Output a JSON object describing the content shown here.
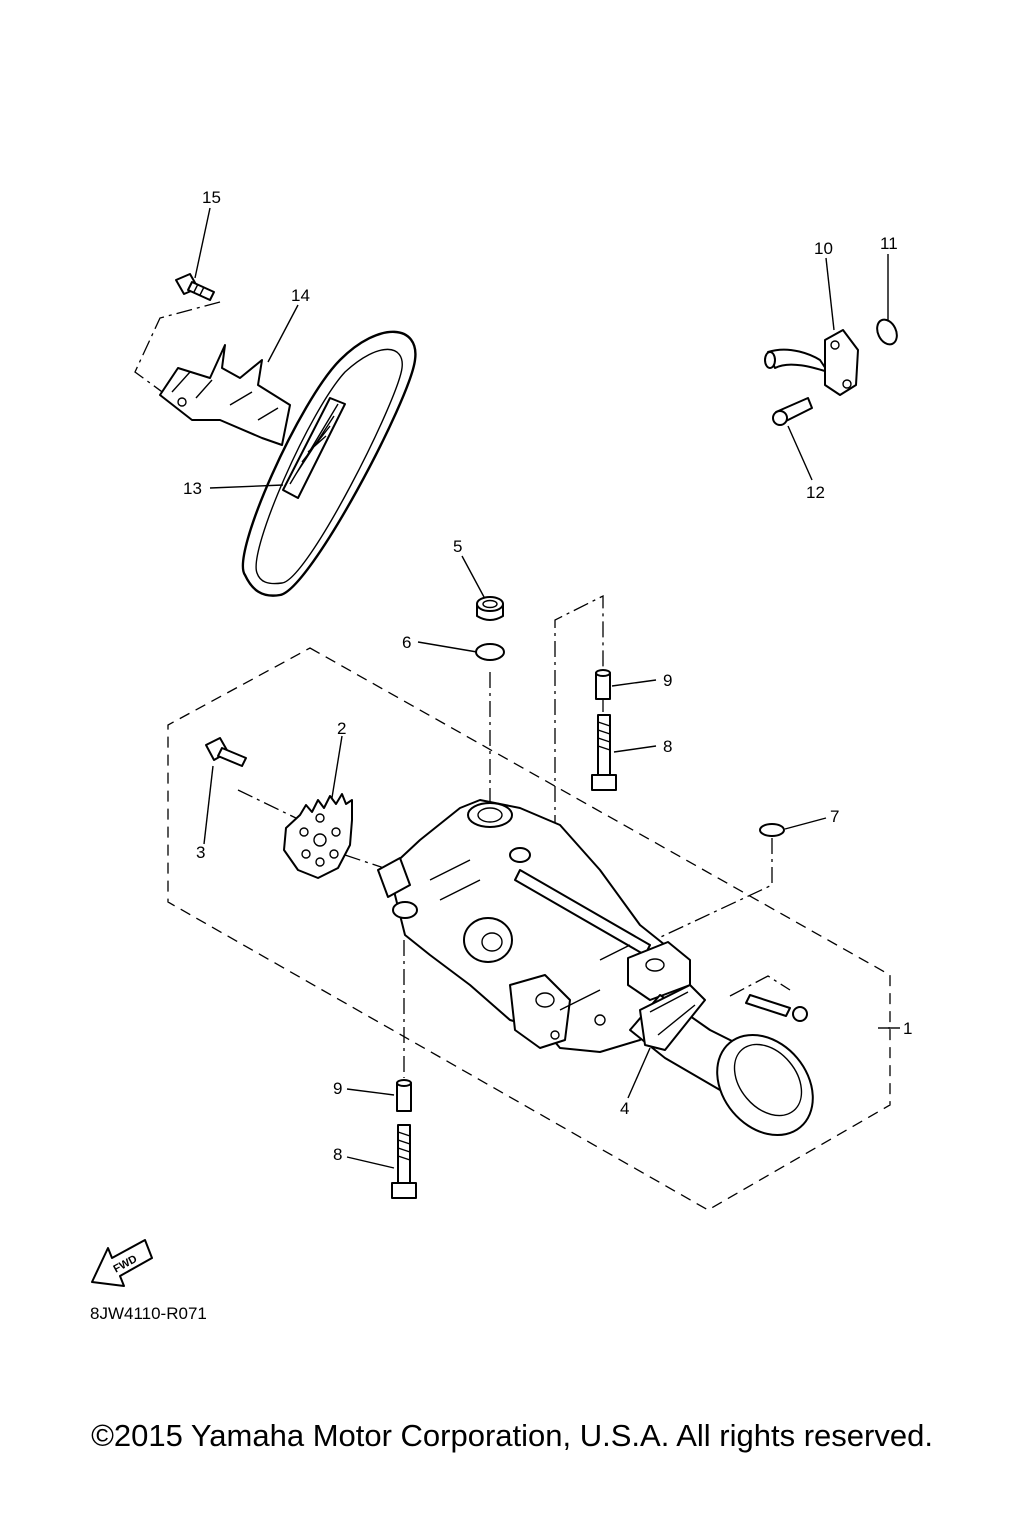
{
  "diagram": {
    "callouts": [
      "1",
      "2",
      "3",
      "4",
      "5",
      "6",
      "7",
      "8",
      "9",
      "8",
      "9",
      "10",
      "11",
      "12",
      "13",
      "14",
      "15"
    ],
    "fwd_label": "FWD",
    "drawing_code": "8JW4110-R071"
  },
  "footer": {
    "copyright": "©2015 Yamaha Motor Corporation, U.S.A. All rights reserved."
  }
}
